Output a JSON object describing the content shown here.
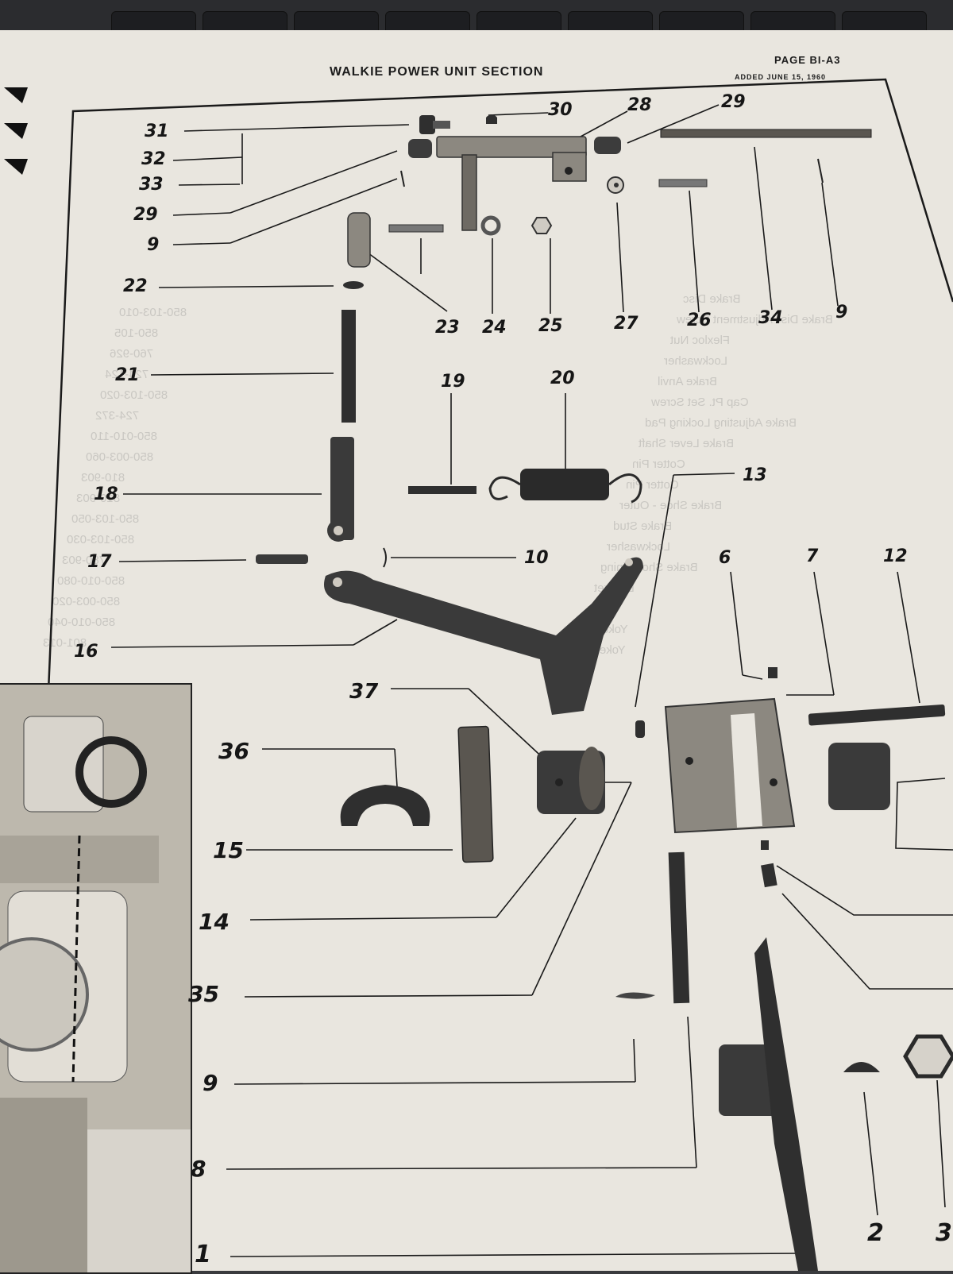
{
  "header": {
    "section_title": "WALKIE POWER UNIT SECTION",
    "page_number": "PAGE BI-A3",
    "added_date": "ADDED JUNE 15, 1960"
  },
  "callouts_left": [
    "31",
    "32",
    "33",
    "29",
    "9",
    "22",
    "21",
    "18",
    "17",
    "16",
    "36",
    "15",
    "14",
    "35",
    "9",
    "8",
    "1"
  ],
  "callouts_top": [
    "30",
    "28",
    "29",
    "23",
    "24",
    "25",
    "27",
    "26",
    "34",
    "9",
    "19",
    "20",
    "13",
    "10",
    "37",
    "6",
    "7",
    "12",
    "2",
    "3"
  ],
  "ghost_text": {
    "part_numbers": [
      "850-103-010",
      "850-105",
      "760-926",
      "724-124",
      "850-103-020",
      "724-372",
      "850-010-110",
      "850-003-060",
      "810-903",
      "810-903",
      "850-103-050",
      "850-103-030",
      "780-903",
      "850-010-080",
      "850-003-020",
      "850-010-040",
      "801-013"
    ],
    "part_names": [
      "Brake Disc",
      "Brake Disc Adjustment Screw",
      "Flexloc Nut",
      "Lockwasher",
      "Brake Anvil",
      "Cap Pt. Set Screw",
      "Brake Adjusting Locking Pad",
      "Brake Lever Shaft",
      "Cotter Pin",
      "Cotter Pin",
      "Brake Shoe - Outer",
      "Brake Stud",
      "Lockwasher",
      "Brake Shoe Lining",
      "Bracket",
      "Lever",
      "Yoke Pin",
      "Yoke End"
    ]
  },
  "colors": {
    "paper": "#e9e6df",
    "ink": "#161616",
    "part_dark": "#2f2f2f",
    "part_metal": "#8c8880"
  }
}
